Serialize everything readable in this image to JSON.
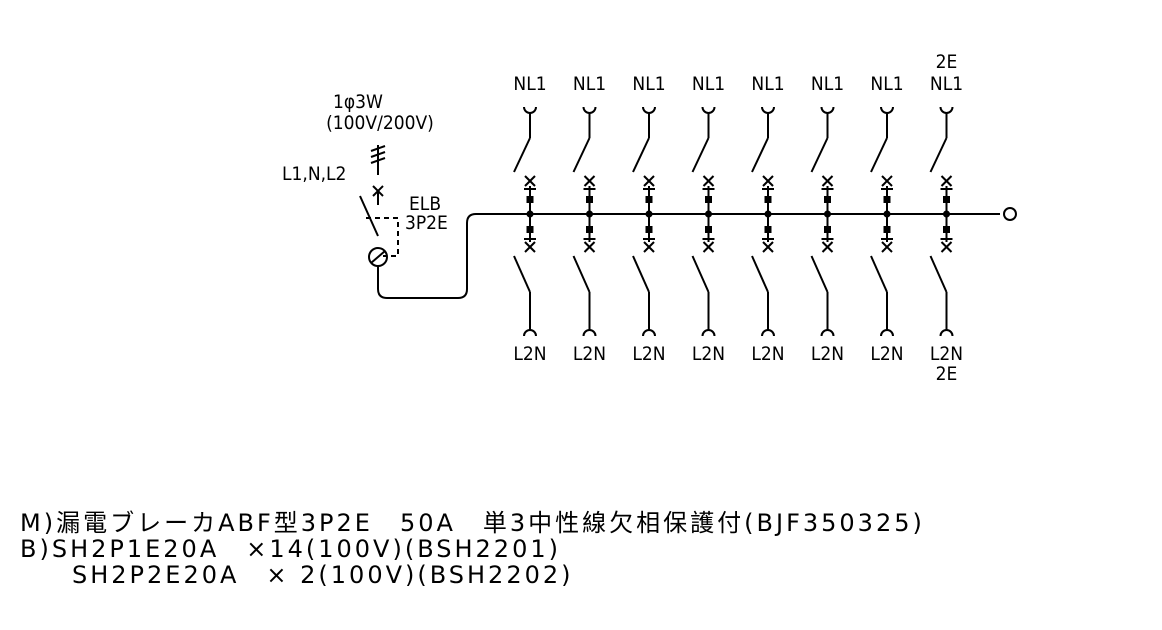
{
  "supply": {
    "phase": "1φ3W",
    "voltage": "(100V/200V)",
    "lines": "L1,N,L2"
  },
  "main_breaker": {
    "type": "ELB",
    "poles": "3P2E"
  },
  "branches": [
    {
      "top_label": "NL1",
      "bottom_label": "L2N"
    },
    {
      "top_label": "NL1",
      "bottom_label": "L2N"
    },
    {
      "top_label": "NL1",
      "bottom_label": "L2N"
    },
    {
      "top_label": "NL1",
      "bottom_label": "L2N"
    },
    {
      "top_label": "NL1",
      "bottom_label": "L2N"
    },
    {
      "top_label": "NL1",
      "bottom_label": "L2N"
    },
    {
      "top_label": "NL1",
      "bottom_label": "L2N"
    },
    {
      "top_label": "NL1",
      "bottom_label": "L2N",
      "top_note": "2E",
      "bottom_note": "2E"
    }
  ],
  "notes": [
    {
      "prefix": "M)",
      "text": "漏電ブレーカABF型3P2E　50A　単3中性線欠相保護付(BJF350325)"
    },
    {
      "prefix": "B)",
      "text": "SH2P1E20A　×14(100V)(BSH2201)"
    },
    {
      "prefix": "",
      "text": "SH2P2E20A　× 2(100V)(BSH2202)"
    }
  ]
}
